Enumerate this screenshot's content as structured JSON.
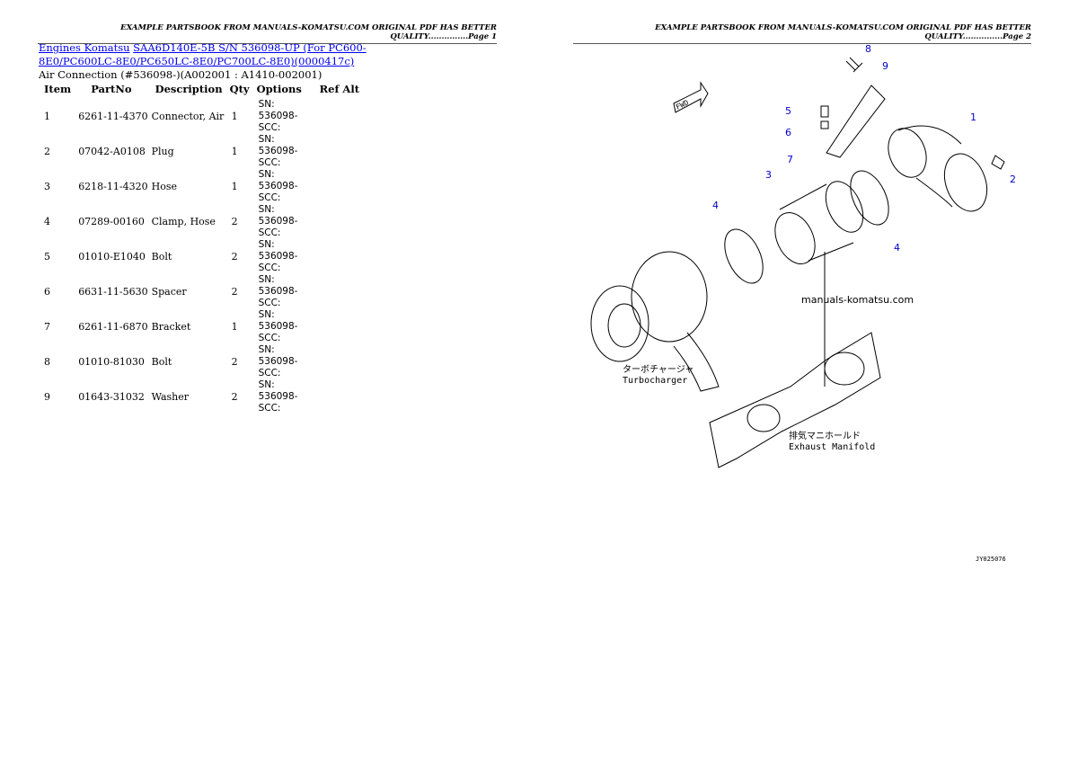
{
  "page1": {
    "header": "EXAMPLE PARTSBOOK FROM MANUALS-KOMATSU.COM ORIGINAL PDF HAS BETTER QUALITY...............Page 1"
  },
  "page2": {
    "header": "EXAMPLE PARTSBOOK FROM MANUALS-KOMATSU.COM ORIGINAL PDF HAS BETTER QUALITY...............Page 2"
  },
  "breadcrumb": {
    "link1": "Engines Komatsu",
    "link2": "SAA6D140E-5B S/N 536098-UP (For PC600-8E0/PC600LC-8E0/PC650LC-8E0/PC700LC-8E0)(0000417c)",
    "subtitle": "Air Connection (#536098-)(A002001 : A1410-002001)"
  },
  "table": {
    "headers": [
      "Item",
      "PartNo",
      "Description",
      "Qty",
      "Options",
      "Ref Alt"
    ],
    "rows": [
      {
        "item": "1",
        "partno": "6261-11-4370",
        "desc": "Connector, Air",
        "qty": "1",
        "opt": "SN: 536098-SCC:"
      },
      {
        "item": "2",
        "partno": "07042-A0108",
        "desc": "Plug",
        "qty": "1",
        "opt": "SN: 536098-SCC:"
      },
      {
        "item": "3",
        "partno": "6218-11-4320",
        "desc": "Hose",
        "qty": "1",
        "opt": "SN: 536098-SCC:"
      },
      {
        "item": "4",
        "partno": "07289-00160",
        "desc": "Clamp, Hose",
        "qty": "2",
        "opt": "SN: 536098-SCC:"
      },
      {
        "item": "5",
        "partno": "01010-E1040",
        "desc": "Bolt",
        "qty": "2",
        "opt": "SN: 536098-SCC:"
      },
      {
        "item": "6",
        "partno": "6631-11-5630",
        "desc": "Spacer",
        "qty": "2",
        "opt": "SN: 536098-SCC:"
      },
      {
        "item": "7",
        "partno": "6261-11-6870",
        "desc": "Bracket",
        "qty": "1",
        "opt": "SN: 536098-SCC:"
      },
      {
        "item": "8",
        "partno": "01010-81030",
        "desc": "Bolt",
        "qty": "2",
        "opt": "SN: 536098-SCC:"
      },
      {
        "item": "9",
        "partno": "01643-31032",
        "desc": "Washer",
        "qty": "2",
        "opt": "SN: 536098-SCC:"
      }
    ]
  },
  "diagram": {
    "watermark": "manuals-komatsu.com",
    "fwd": "FWD",
    "turbo_jp": "ターボチャージャ",
    "turbo_en": "Turbocharger",
    "manifold_jp": "排気マニホールド",
    "manifold_en": "Exhaust Manifold",
    "code": "JY025076",
    "callouts": [
      "1",
      "2",
      "3",
      "4",
      "4",
      "5",
      "6",
      "7",
      "8",
      "9"
    ],
    "callout_color": "#0000cc"
  }
}
